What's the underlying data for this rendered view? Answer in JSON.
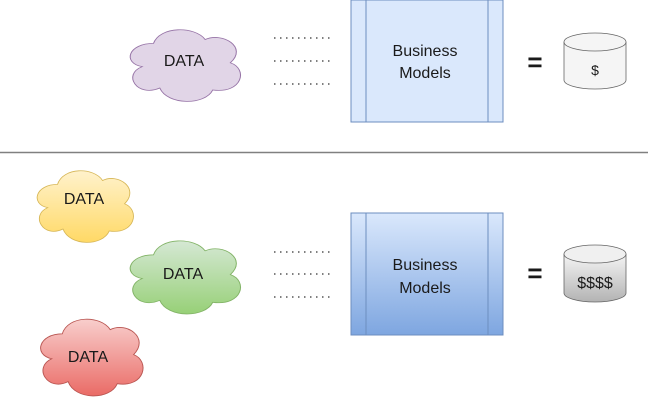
{
  "top_section": {
    "source": {
      "label": "DATA",
      "color": "#e1d5e7",
      "stroke": "#9673a6"
    },
    "process": {
      "line1": "Business",
      "line2": "Models",
      "fill": "#dae8fc",
      "stroke": "#6c8ebf"
    },
    "equals": "=",
    "result": {
      "label": "$",
      "fill": "#f5f5f5",
      "stroke": "#666666"
    }
  },
  "bottom_section": {
    "sources": [
      {
        "label": "DATA",
        "color_top": "#fff2cc",
        "color_bottom": "#ffd966",
        "stroke": "#d6b656"
      },
      {
        "label": "DATA",
        "color_top": "#d5e8d4",
        "color_bottom": "#97d077",
        "stroke": "#82b366"
      },
      {
        "label": "DATA",
        "color_top": "#f8cecc",
        "color_bottom": "#ea6b66",
        "stroke": "#b85450"
      }
    ],
    "process": {
      "line1": "Business",
      "line2": "Models",
      "fill_top": "#dae8fc",
      "fill_bottom": "#7ea6e0",
      "stroke": "#6c8ebf"
    },
    "equals": "=",
    "result": {
      "label": "$$$$",
      "fill_top": "#f5f5f5",
      "fill_bottom": "#b3b3b3",
      "stroke": "#666666"
    }
  },
  "divider_color": "#808080"
}
